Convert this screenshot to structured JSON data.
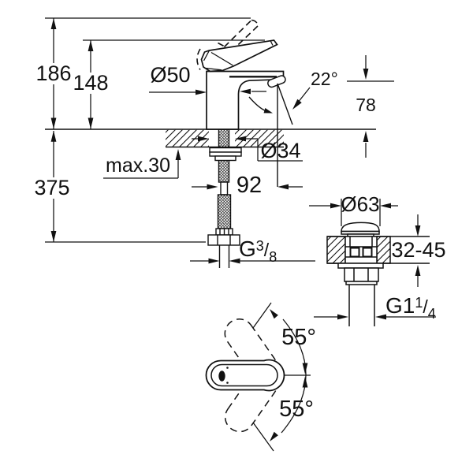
{
  "figure": {
    "kind": "dimensional-technical-drawing",
    "colors": {
      "line": "#111111",
      "background": "#ffffff"
    }
  },
  "dims": {
    "total_height": "186",
    "lever_height": "148",
    "below_deck": "375",
    "body_dia": "Ø50",
    "deck_thickness": "max.30",
    "hole_dia": "Ø34",
    "projection": "92",
    "stream_angle": "22°",
    "spout_height": "78",
    "waste_cap_dia": "Ø63",
    "waste_deck_range": "32-45",
    "swivel_upper": "55°",
    "swivel_lower": "55°",
    "supply_thread": {
      "g": "G",
      "sup": "3",
      "slash": "/",
      "sub": "8"
    },
    "waste_thread": {
      "g": "G1",
      "sup": "1",
      "slash": "/",
      "sub": "4"
    }
  }
}
